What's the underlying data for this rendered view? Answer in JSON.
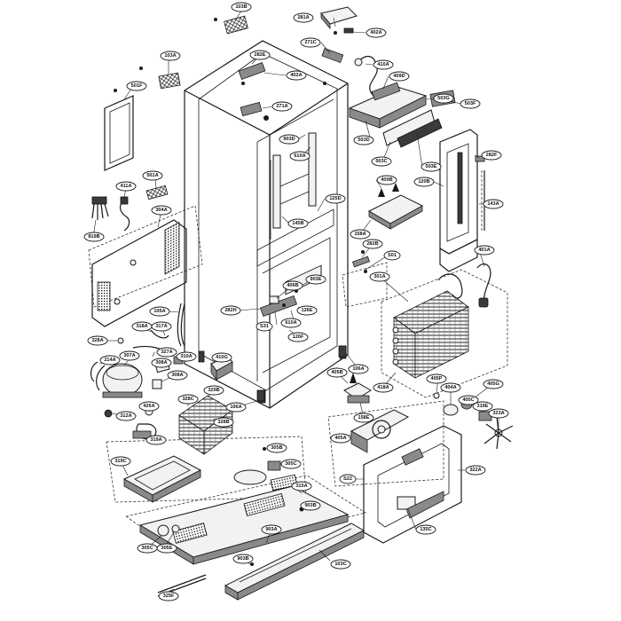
{
  "labels": [
    {
      "id": "lbl-103B",
      "text": "103B"
    },
    {
      "id": "lbl-281A",
      "text": "281A"
    },
    {
      "id": "lbl-402A-top",
      "text": "402A"
    },
    {
      "id": "lbl-271C",
      "text": "271C"
    },
    {
      "id": "lbl-282E",
      "text": "282E"
    },
    {
      "id": "lbl-402A-mid",
      "text": "402A"
    },
    {
      "id": "lbl-103A",
      "text": "103A"
    },
    {
      "id": "lbl-410A",
      "text": "410A"
    },
    {
      "id": "lbl-409D",
      "text": "409D"
    },
    {
      "id": "lbl-501F",
      "text": "501F"
    },
    {
      "id": "lbl-271A",
      "text": "271A"
    },
    {
      "id": "lbl-503G",
      "text": "503G"
    },
    {
      "id": "lbl-503F",
      "text": "503F"
    },
    {
      "id": "lbl-503D",
      "text": "503D"
    },
    {
      "id": "lbl-903D",
      "text": "903D"
    },
    {
      "id": "lbl-610A-top",
      "text": "610A"
    },
    {
      "id": "lbl-503C",
      "text": "503C"
    },
    {
      "id": "lbl-503E",
      "text": "503E"
    },
    {
      "id": "lbl-282F",
      "text": "282F"
    },
    {
      "id": "lbl-501A",
      "text": "501A"
    },
    {
      "id": "lbl-411A",
      "text": "411A"
    },
    {
      "id": "lbl-409B",
      "text": "409B"
    },
    {
      "id": "lbl-120B",
      "text": "120B"
    },
    {
      "id": "lbl-304A",
      "text": "304A"
    },
    {
      "id": "lbl-125D",
      "text": "125D"
    },
    {
      "id": "lbl-143A",
      "text": "143A"
    },
    {
      "id": "lbl-819B",
      "text": "819B"
    },
    {
      "id": "lbl-145B",
      "text": "145B"
    },
    {
      "id": "lbl-158A",
      "text": "158A"
    },
    {
      "id": "lbl-282B",
      "text": "282B"
    },
    {
      "id": "lbl-501",
      "text": "S01"
    },
    {
      "id": "lbl-401A",
      "text": "401A"
    },
    {
      "id": "lbl-903E",
      "text": "903E"
    },
    {
      "id": "lbl-301A",
      "text": "301A"
    },
    {
      "id": "lbl-406B",
      "text": "406B"
    },
    {
      "id": "lbl-126E",
      "text": "126E"
    },
    {
      "id": "lbl-282H",
      "text": "282H"
    },
    {
      "id": "lbl-105A",
      "text": "105A"
    },
    {
      "id": "lbl-531",
      "text": "S31"
    },
    {
      "id": "lbl-610A-low",
      "text": "610A"
    },
    {
      "id": "lbl-318A",
      "text": "318A"
    },
    {
      "id": "lbl-317A",
      "text": "317A"
    },
    {
      "id": "lbl-126F",
      "text": "126F"
    },
    {
      "id": "lbl-328A",
      "text": "328A"
    },
    {
      "id": "lbl-327A",
      "text": "327A"
    },
    {
      "id": "lbl-214A",
      "text": "214A"
    },
    {
      "id": "lbl-307A",
      "text": "307A"
    },
    {
      "id": "lbl-308A-a",
      "text": "308A"
    },
    {
      "id": "lbl-310A",
      "text": "310A"
    },
    {
      "id": "lbl-410G",
      "text": "410G"
    },
    {
      "id": "lbl-106A-r",
      "text": "106A"
    },
    {
      "id": "lbl-418A",
      "text": "418A"
    },
    {
      "id": "lbl-405B",
      "text": "405B"
    },
    {
      "id": "lbl-308A-b",
      "text": "308A"
    },
    {
      "id": "lbl-329B",
      "text": "329B"
    },
    {
      "id": "lbl-405P",
      "text": "405P"
    },
    {
      "id": "lbl-404A",
      "text": "404A"
    },
    {
      "id": "lbl-405G",
      "text": "405G"
    },
    {
      "id": "lbl-405C",
      "text": "405C"
    },
    {
      "id": "lbl-328C",
      "text": "328C"
    },
    {
      "id": "lbl-106A-l",
      "text": "106A"
    },
    {
      "id": "lbl-426A",
      "text": "426A"
    },
    {
      "id": "lbl-319E",
      "text": "319E"
    },
    {
      "id": "lbl-323A",
      "text": "323A"
    },
    {
      "id": "lbl-158E",
      "text": "158E"
    },
    {
      "id": "lbl-312A",
      "text": "312A"
    },
    {
      "id": "lbl-328B",
      "text": "328B"
    },
    {
      "id": "lbl-319A",
      "text": "319A"
    },
    {
      "id": "lbl-305B",
      "text": "305B"
    },
    {
      "id": "lbl-405A",
      "text": "405A"
    },
    {
      "id": "lbl-319C",
      "text": "319C"
    },
    {
      "id": "lbl-305C-a",
      "text": "305C"
    },
    {
      "id": "lbl-322A",
      "text": "322A"
    },
    {
      "id": "lbl-522",
      "text": "S22"
    },
    {
      "id": "lbl-315A",
      "text": "315A"
    },
    {
      "id": "lbl-903B-a",
      "text": "903B"
    },
    {
      "id": "lbl-135C",
      "text": "135C"
    },
    {
      "id": "lbl-305C-b",
      "text": "305C"
    },
    {
      "id": "lbl-305E",
      "text": "305E"
    },
    {
      "id": "lbl-903A",
      "text": "903A"
    },
    {
      "id": "lbl-903B-b",
      "text": "903B"
    },
    {
      "id": "lbl-103C",
      "text": "103C"
    },
    {
      "id": "lbl-325F",
      "text": "325F"
    }
  ]
}
